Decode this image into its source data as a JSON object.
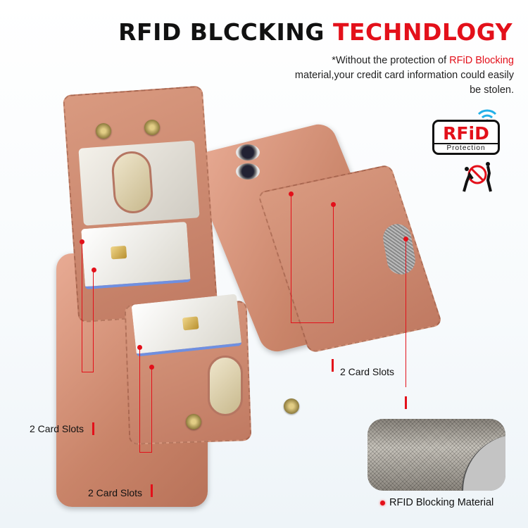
{
  "header": {
    "title_black": "RFID BLCCKING",
    "title_red": "TECHNDLOGY",
    "note_prefix": "*Without the protection of ",
    "note_highlight": "RFiD Blocking",
    "note_rest": "material,your credit card information could easily be stolen."
  },
  "badge": {
    "main": "RFiD",
    "sub": "Protection",
    "icon": "wifi-signal-icon"
  },
  "theft_icon": "no-skimming-icon",
  "callouts": [
    {
      "label": "2 Card Slots"
    },
    {
      "label": "2 Card Slots"
    },
    {
      "label": "2 Card Slots"
    }
  ],
  "material": {
    "caption": "RFID Blocking Material"
  },
  "colors": {
    "accent": "#e3101a",
    "case": "#c98469",
    "wifi": "#22b0e8"
  }
}
